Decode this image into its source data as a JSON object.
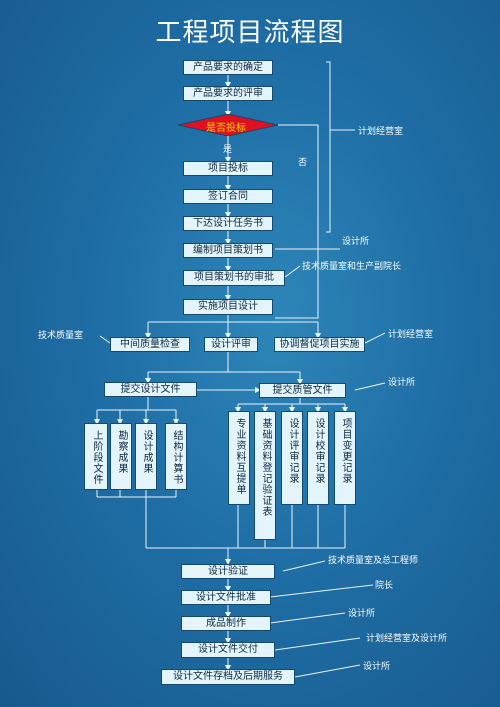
{
  "title": "工程项目流程图",
  "steps": {
    "s1": "产品要求的确定",
    "s2": "产品要求的评审",
    "decision": "是否投标",
    "s3": "项目投标",
    "s4": "签订合同",
    "s5": "下达设计任务书",
    "s6": "编制项目策划书",
    "s7": "项目策划书的审批",
    "s8": "实施项目设计",
    "mid1": "中间质量检查",
    "mid2": "设计评审",
    "mid3": "协调督促项目实施",
    "left_head": "提交设计文件",
    "right_head": "提交质管文件",
    "final1": "设计验证",
    "final2": "设计文件批准",
    "final3": "成品制作",
    "final4": "设计文件交付",
    "final5": "设计文件存档及后期服务"
  },
  "left_docs": [
    "上阶段文件",
    "勘察成果",
    "设计成果",
    "结构计算书"
  ],
  "right_docs": [
    "专业资料互提单",
    "基础资料登记验证表",
    "设计评审记录",
    "设计校审记录",
    "项目变更记录"
  ],
  "labels": {
    "yes": "是",
    "no": "否"
  },
  "notes": {
    "n1": "计划经营室",
    "n2": "设计所",
    "n3": "技术质量室和生产副院长",
    "n4": "技术质量室",
    "n5": "计划经营室",
    "n6": "设计所",
    "n7": "技术质量室及总工程师",
    "n8": "院长",
    "n9": "设计所",
    "n10": "计划经营室及设计所",
    "n11": "设计所"
  },
  "colors": {
    "decision_fill": "#e0101e",
    "decision_text": "#ffd400",
    "box_fill": "#e4f4fb",
    "line": "#e8f4fb"
  }
}
